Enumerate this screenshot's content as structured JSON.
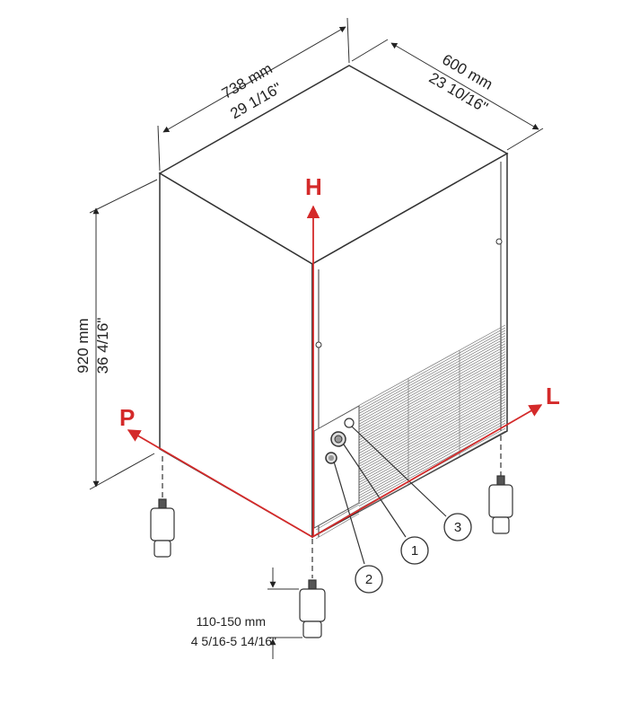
{
  "dimensions": {
    "width": {
      "mm": "738 mm",
      "inch": "29 1/16\""
    },
    "depth": {
      "mm": "600 mm",
      "inch": "23 10/16\""
    },
    "height": {
      "mm": "920 mm",
      "inch": "36 4/16\""
    },
    "foot": {
      "mm": "110-150 mm",
      "inch": "4 5/16-5 14/16\""
    }
  },
  "axes": {
    "height": "H",
    "left": "L",
    "profondeur": "P"
  },
  "callouts": [
    "1",
    "2",
    "3"
  ],
  "colors": {
    "axis": "#d42a2a",
    "line": "#333333",
    "panel": "#ffffff"
  }
}
